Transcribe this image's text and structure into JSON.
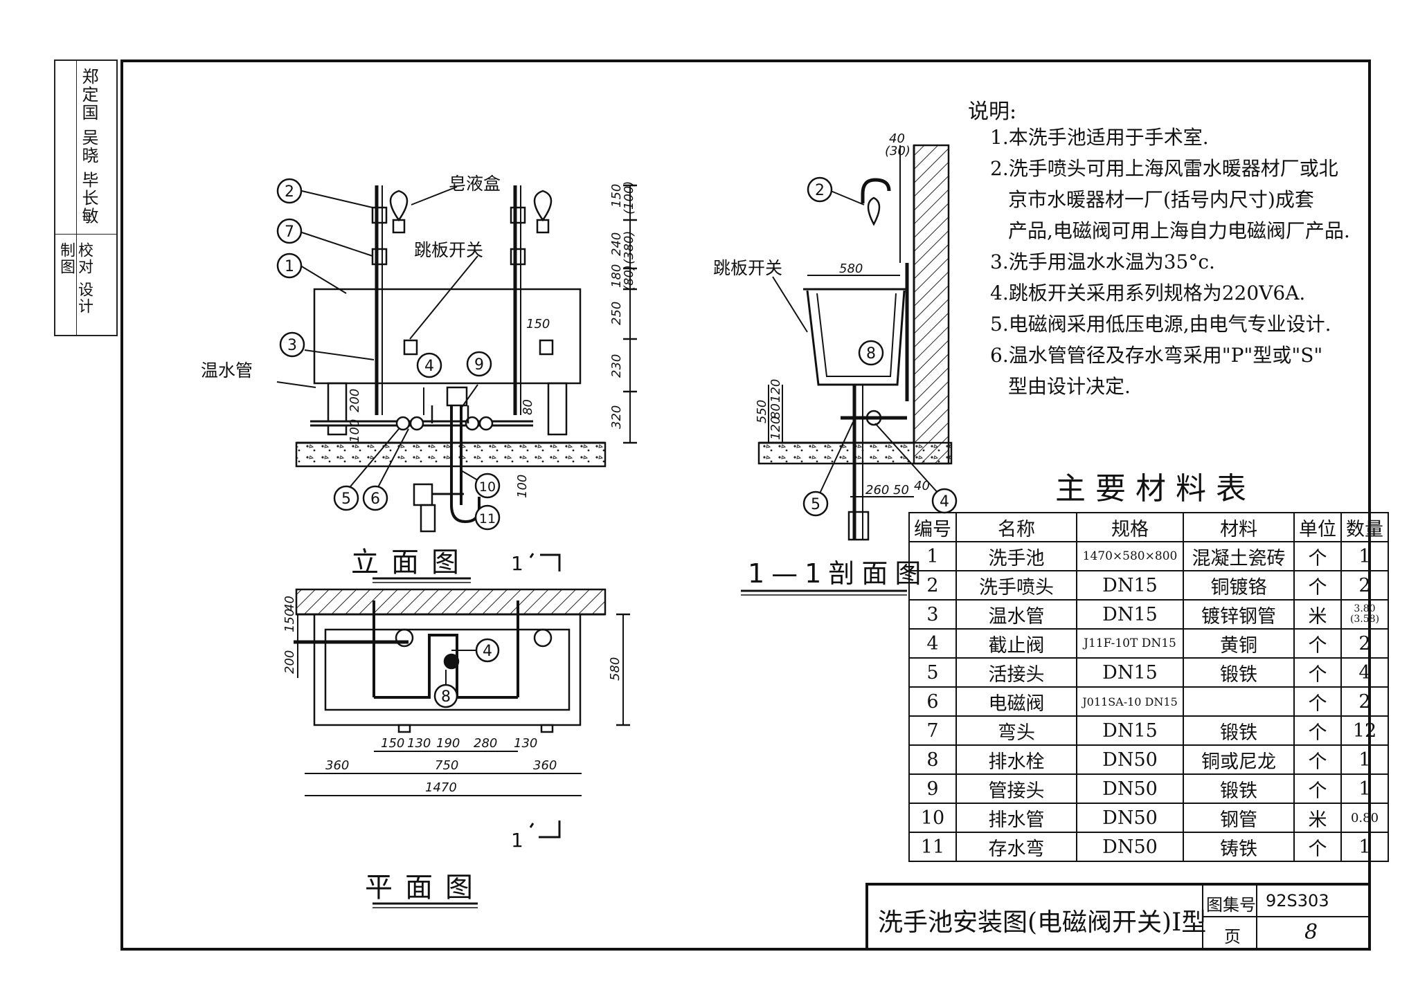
{
  "sidebar_stamp": {
    "roles": [
      "校对",
      "设计",
      "制图"
    ],
    "names": [
      "郑定国",
      "吴晓",
      "毕长敏"
    ]
  },
  "notes": {
    "title": "说明:",
    "items": [
      "1.本洗手池适用于手术室.",
      "2.洗手喷头可用上海风雷水暖器材厂或北",
      "京市水暖器材一厂(括号内尺寸)成套",
      "产品,电磁阀可用上海自力电磁阀厂产品.",
      "3.洗手用温水水温为35°c.",
      "4.跳板开关采用系列规格为220V6A.",
      "5.电磁阀采用低压电源,由电气专业设计.",
      "6.温水管管径及存水弯采用\"P\"型或\"S\"",
      "型由设计决定."
    ]
  },
  "elevation": {
    "title": "立面图",
    "labels": {
      "soap_box": "皂液盒",
      "foot_switch": "跳板开关",
      "warm_pipe": "温水管"
    },
    "callouts": [
      "2",
      "7",
      "1",
      "3",
      "4",
      "9",
      "5",
      "6",
      "10",
      "11"
    ],
    "dims_right": [
      "150",
      "(100)",
      "240",
      "(380)",
      "180",
      "(80)",
      "250",
      "230",
      "320"
    ],
    "dims_misc": [
      "150",
      "200",
      "100",
      "80",
      "100"
    ]
  },
  "plan": {
    "title": "平面图",
    "dims_left": [
      "150",
      "40",
      "200"
    ],
    "dim_right": "580",
    "dims_row1": [
      "150",
      "130",
      "190",
      "280",
      "130"
    ],
    "dims_row2": [
      "360",
      "750",
      "360"
    ],
    "dim_total": "1470",
    "callouts": [
      "4",
      "8"
    ],
    "section_mark": "1"
  },
  "section": {
    "title": "1—1剖面图",
    "labels": {
      "foot_switch": "跳板开关"
    },
    "dims": [
      "40",
      "(30)",
      "580",
      "550",
      "120",
      "80",
      "120",
      "260",
      "50",
      "40"
    ],
    "callouts": [
      "2",
      "8",
      "5",
      "4"
    ]
  },
  "materials_table": {
    "title": "主要材料表",
    "headers": [
      "编号",
      "名称",
      "规格",
      "材料",
      "单位",
      "数量"
    ],
    "rows": [
      [
        "1",
        "洗手池",
        "1470×580×800",
        "混凝土瓷砖",
        "个",
        "1"
      ],
      [
        "2",
        "洗手喷头",
        "DN15",
        "铜镀铬",
        "个",
        "2"
      ],
      [
        "3",
        "温水管",
        "DN15",
        "镀锌钢管",
        "米",
        "3.80 (3.58)"
      ],
      [
        "4",
        "截止阀",
        "J11F-10T DN15",
        "黄铜",
        "个",
        "2"
      ],
      [
        "5",
        "活接头",
        "DN15",
        "锻铁",
        "个",
        "4"
      ],
      [
        "6",
        "电磁阀",
        "J011SA-10 DN15",
        "",
        "个",
        "2"
      ],
      [
        "7",
        "弯头",
        "DN15",
        "锻铁",
        "个",
        "12"
      ],
      [
        "8",
        "排水栓",
        "DN50",
        "铜或尼龙",
        "个",
        "1"
      ],
      [
        "9",
        "管接头",
        "DN50",
        "锻铁",
        "个",
        "1"
      ],
      [
        "10",
        "排水管",
        "DN50",
        "钢管",
        "米",
        "0.80"
      ],
      [
        "11",
        "存水弯",
        "DN50",
        "铸铁",
        "个",
        "1"
      ]
    ]
  },
  "title_block": {
    "drawing_title": "洗手池安装图(电磁阀开关)I型",
    "atlas_label": "图集号",
    "atlas_no": "92S303",
    "page_label": "页",
    "page_no": "8"
  }
}
